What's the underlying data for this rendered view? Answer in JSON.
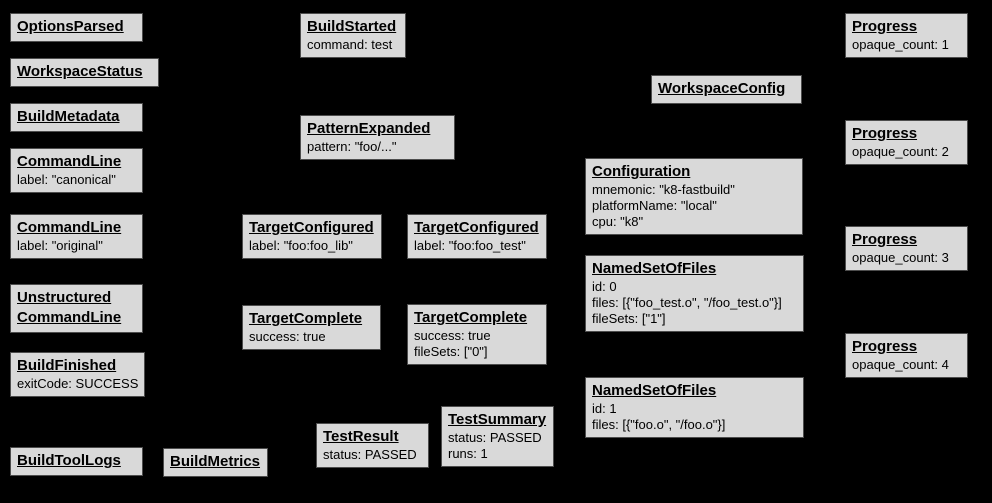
{
  "diagram": {
    "background_color": "#000000",
    "node_fill_color": "#d9d9d9",
    "node_border_color": "#4d4d4d",
    "node_text_color": "#000000"
  },
  "nodes": [
    {
      "title": "OptionsParsed",
      "lines": []
    },
    {
      "title": "WorkspaceStatus",
      "lines": []
    },
    {
      "title": "BuildMetadata",
      "lines": []
    },
    {
      "title": "CommandLine",
      "lines": [
        "label: \"canonical\""
      ]
    },
    {
      "title": "CommandLine",
      "lines": [
        "label: \"original\""
      ]
    },
    {
      "title": "Unstructured",
      "title2": "CommandLine",
      "lines": []
    },
    {
      "title": "BuildFinished",
      "lines": [
        "exitCode: SUCCESS"
      ]
    },
    {
      "title": "BuildToolLogs",
      "lines": []
    },
    {
      "title": "BuildMetrics",
      "lines": []
    },
    {
      "title": "BuildStarted",
      "lines": [
        "command: test"
      ]
    },
    {
      "title": "PatternExpanded",
      "lines": [
        "pattern: \"foo/...\""
      ]
    },
    {
      "title": "TargetConfigured",
      "lines": [
        "label: \"foo:foo_lib\""
      ]
    },
    {
      "title": "TargetConfigured",
      "lines": [
        "label: \"foo:foo_test\""
      ]
    },
    {
      "title": "TargetComplete",
      "lines": [
        "success: true"
      ]
    },
    {
      "title": "TargetComplete",
      "lines": [
        "success: true",
        "fileSets: [\"0\"]"
      ]
    },
    {
      "title": "TestResult",
      "lines": [
        "status: PASSED"
      ]
    },
    {
      "title": "TestSummary",
      "lines": [
        "status: PASSED",
        "runs: 1"
      ]
    },
    {
      "title": "WorkspaceConfig",
      "lines": []
    },
    {
      "title": "Configuration",
      "lines": [
        "mnemonic: \"k8-fastbuild\"",
        "platformName: \"local\"",
        "cpu: \"k8\""
      ]
    },
    {
      "title": "NamedSetOfFiles",
      "lines": [
        "id: 0",
        "files: [{\"foo_test.o\", \"/foo_test.o\"}]",
        "fileSets: [\"1\"]"
      ]
    },
    {
      "title": "NamedSetOfFiles",
      "lines": [
        "id: 1",
        "files: [{\"foo.o\", \"/foo.o\"}]"
      ]
    },
    {
      "title": "Progress",
      "lines": [
        "opaque_count: 1"
      ]
    },
    {
      "title": "Progress",
      "lines": [
        "opaque_count: 2"
      ]
    },
    {
      "title": "Progress",
      "lines": [
        "opaque_count: 3"
      ]
    },
    {
      "title": "Progress",
      "lines": [
        "opaque_count: 4"
      ]
    }
  ]
}
